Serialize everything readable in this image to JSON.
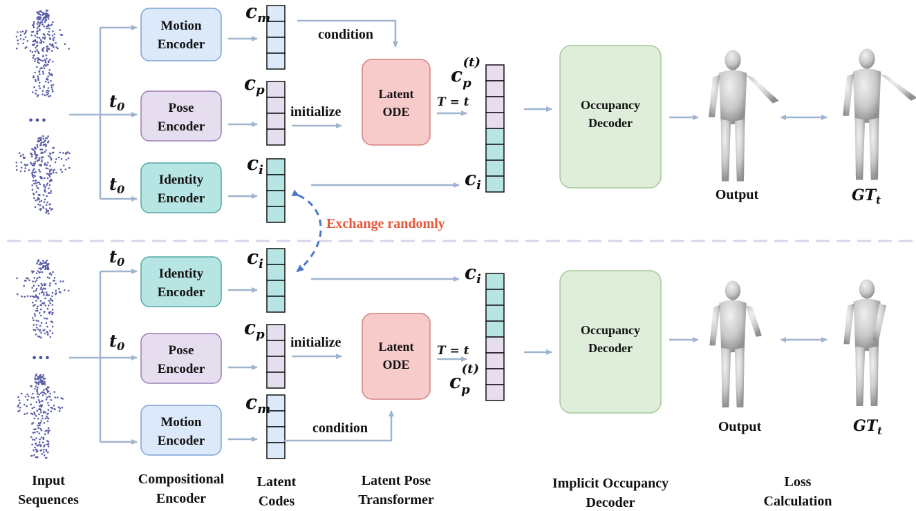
{
  "colors": {
    "motion": "#dce9fb",
    "pose": "#e6ddef",
    "identity": "#b7e5e3",
    "ode": "#f8cbcb",
    "decoder": "#dfeeda",
    "arrow": "#9fb4cf",
    "exchange": "#e8583a",
    "swap_arrow": "#4a78c8"
  },
  "encoders": {
    "motion": [
      "Motion",
      "Encoder"
    ],
    "pose": [
      "Pose",
      "Encoder"
    ],
    "identity": [
      "Identity",
      "Encoder"
    ]
  },
  "ode": [
    "Latent",
    "ODE"
  ],
  "decoder": [
    "Occupancy",
    "Decoder"
  ],
  "labels": {
    "condition": "condition",
    "initialize": "initialize",
    "exchange": "Exchange randomly",
    "output": "Output",
    "dots": "•••"
  },
  "math": {
    "t0": "t",
    "t0_sub": "0",
    "cm": "c",
    "cm_sub": "m",
    "cp": "c",
    "cp_sub": "p",
    "ci": "c",
    "ci_sub": "i",
    "cpt_sup": "(t)",
    "T_eq_t": "T = t",
    "gt": "GT",
    "gt_sub": "t"
  },
  "captions": [
    [
      "Input",
      "Sequences"
    ],
    [
      "Compositional",
      "Encoder"
    ],
    [
      "Latent",
      "Codes"
    ],
    [
      "Latent Pose",
      "Transformer"
    ],
    [
      "Implicit Occupancy",
      "Decoder"
    ],
    [
      "Loss",
      "Calculation"
    ]
  ]
}
